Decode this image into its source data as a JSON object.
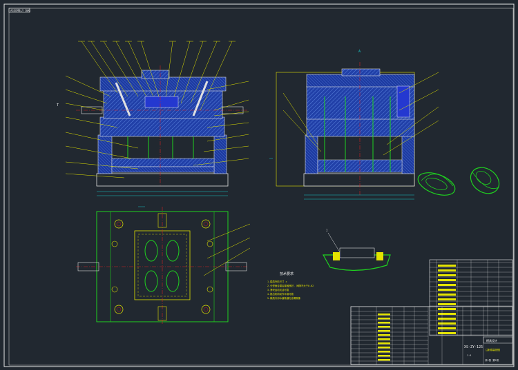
{
  "drawing": {
    "corner_tag": "ASSEMBLY DWG",
    "top_view_marker": "A",
    "detail_marker": "I",
    "section_marker": "T",
    "notes_title": "技术要求",
    "notes_lines": [
      "1.模具外形尺寸  ×  ",
      "2.分型面合模后接触良好, 间隙不大于0.02",
      "3.滑块运动灵活可靠",
      "4.推出机构动作平稳可靠",
      "5.模具冷却水道畅通无渗漏现象"
    ],
    "title_block": {
      "drawing_no": "XS-ZY-125",
      "company": "模具设计",
      "product": "注射模装配图",
      "scale_row": "1:1",
      "sheet": "共1张 第1张"
    }
  },
  "colors": {
    "background": "#212830",
    "frame": "#e8e8e8",
    "part_blue": "#2b46b8",
    "hatch": "#4a7ad8",
    "green": "#1fd21f",
    "yellow": "#e4e400",
    "red": "#d42020",
    "cyan": "#19c8c8",
    "white": "#f0f0f0",
    "magenta": "#c23bc2"
  }
}
